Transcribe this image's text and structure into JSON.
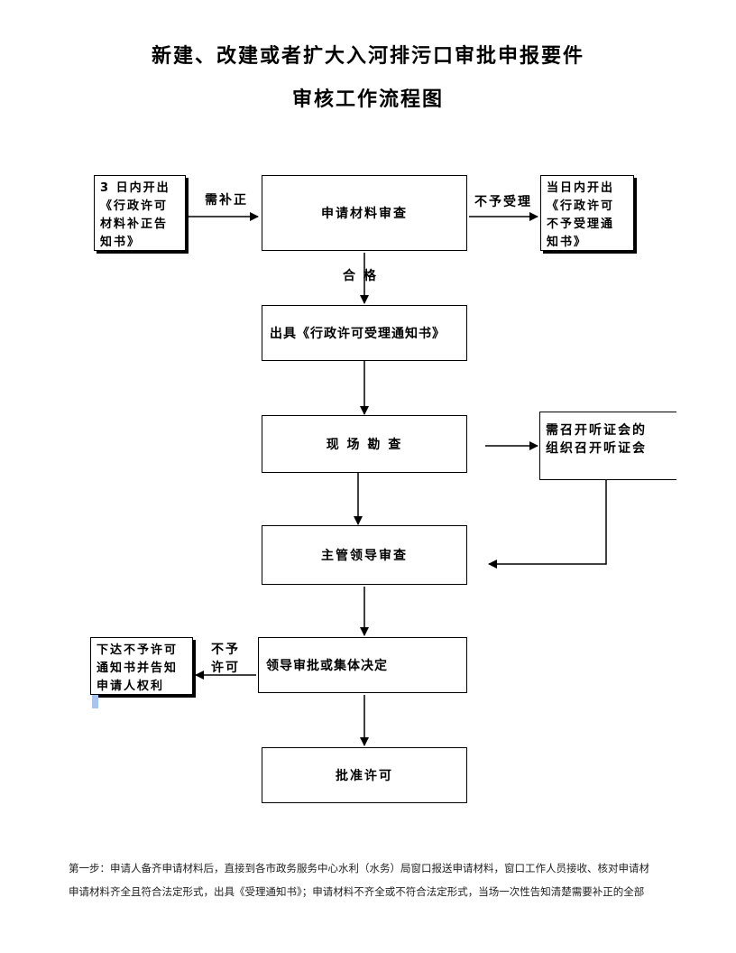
{
  "title": {
    "line1": "新建、改建或者扩大入河排污口审批申报要件",
    "line2": "审核工作流程图"
  },
  "boxes": {
    "correction_notice": "3 日内开出\n《行政许可\n材料补正告\n知书》",
    "material_review": "申请材料审查",
    "rejection_notice": "当日内开出\n《行政许可\n不予受理通\n知书》",
    "acceptance_notice": "出具《行政许可受理通知书》",
    "site_inspection": "现 场 勘 查",
    "hearing": "需召开听证会的\n组织召开听证会",
    "supervisor_review": "主管领导审查",
    "leader_decision": "领导审批或集体决定",
    "deny_notice": "下达不予许可\n通知书并告知\n申请人权利",
    "approval": "批准许可"
  },
  "labels": {
    "needs_correction": "需补正",
    "not_accepted": "不予受理",
    "qualified": "合   格",
    "not_permitted": "不予\n许可"
  },
  "footer": {
    "line1": "第一步：申请人备齐申请材料后，直接到各市政务服务中心水利（水务）局窗口报送申请材料，窗口工作人员接收、核对申请材",
    "line2": "申请材料齐全且符合法定形式，出具《受理通知书》；申请材料不齐全或不符合法定形式，当场一次性告知清楚需要补正的全部"
  }
}
